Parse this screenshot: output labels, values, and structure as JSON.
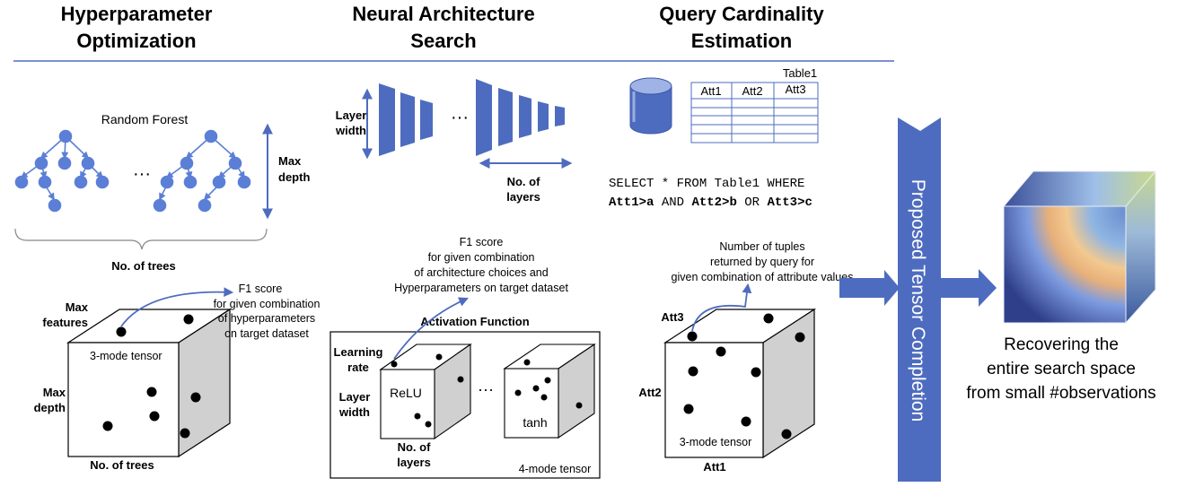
{
  "headers": {
    "hpo": [
      "Hyperparameter",
      "Optimization"
    ],
    "nas": [
      "Neural Architecture",
      "Search"
    ],
    "qce": [
      "Query Cardinality",
      "Estimation"
    ]
  },
  "hpo": {
    "model_title": "Random Forest",
    "ellipsis": "···",
    "max_depth": [
      "Max",
      "depth"
    ],
    "num_trees": "No. of trees",
    "f1_note": [
      "F1 score",
      "for given  combination",
      "of hyperparameters",
      "on target dataset"
    ],
    "tensor_label": "3-mode tensor",
    "axis_max_features": [
      "Max",
      "features"
    ],
    "axis_max_depth": [
      "Max",
      "depth"
    ],
    "axis_num_trees": "No. of trees"
  },
  "nas": {
    "layer_width": [
      "Layer",
      "width"
    ],
    "ellipsis": "···",
    "num_layers": [
      "No. of",
      "layers"
    ],
    "f1_note": [
      "F1 score",
      "for given  combination",
      "of architecture choices and",
      "Hyperparameters on target dataset"
    ],
    "activation_function": "Activation Function",
    "learning_rate": [
      "Learning",
      "rate"
    ],
    "axis_layer_width": [
      "Layer",
      "width"
    ],
    "relu": "ReLU",
    "tanh": "tanh",
    "cube_ellipsis": "···",
    "axis_num_layers": [
      "No. of",
      "layers"
    ],
    "tensor_label": "4-mode tensor"
  },
  "qce": {
    "table_name": "Table1",
    "columns": [
      "Att1",
      "Att2",
      "Att3"
    ],
    "sql_line1": "SELECT * FROM Table1 WHERE",
    "sql_line2": [
      {
        "text": "Att1>a",
        "bold": true
      },
      {
        "text": " AND ",
        "bold": false
      },
      {
        "text": "Att2>b",
        "bold": true
      },
      {
        "text": " OR ",
        "bold": false
      },
      {
        "text": "Att3>c",
        "bold": true
      }
    ],
    "tuples_note": [
      "Number of tuples",
      "returned by query for",
      "given combination of attribute values"
    ],
    "axis_att3": "Att3",
    "axis_att2": "Att2",
    "axis_att1": "Att1",
    "tensor_label": "3-mode tensor"
  },
  "completion": {
    "label": "Proposed Tensor Completion",
    "result": [
      "Recovering the",
      "entire search space",
      "from small #observations"
    ]
  },
  "colors": {
    "accent": "#4E6CBF",
    "node": "#5B7FD6",
    "cube_side": "#D0D0D0"
  }
}
